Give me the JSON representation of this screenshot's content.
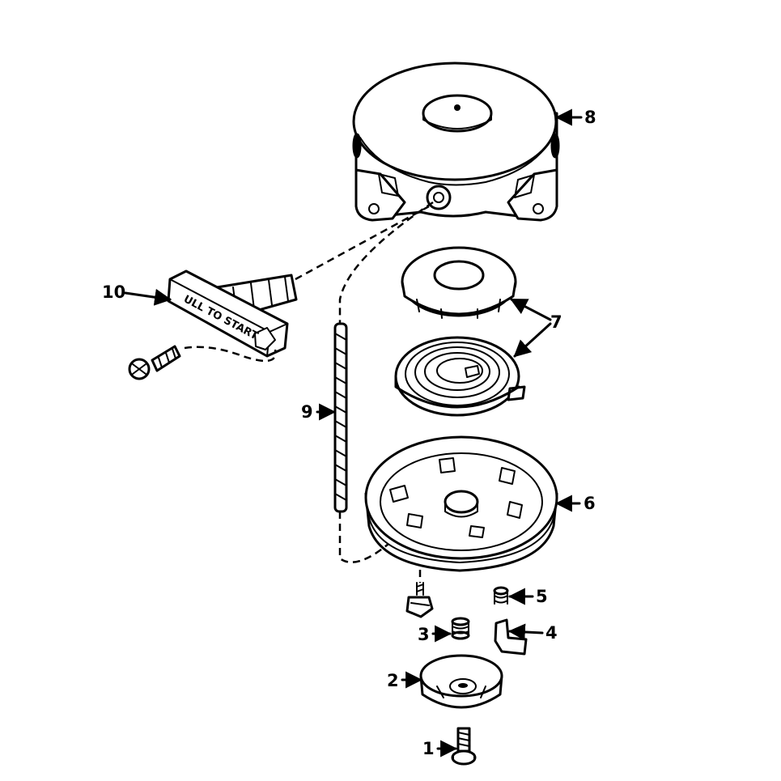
{
  "callouts": [
    {
      "id": "label-1",
      "text": "1"
    },
    {
      "id": "label-2",
      "text": "2"
    },
    {
      "id": "label-3",
      "text": "3"
    },
    {
      "id": "label-4",
      "text": "4"
    },
    {
      "id": "label-5",
      "text": "5"
    },
    {
      "id": "label-6",
      "text": "6"
    },
    {
      "id": "label-7",
      "text": "7"
    },
    {
      "id": "label-8",
      "text": "8"
    },
    {
      "id": "label-9",
      "text": "9"
    },
    {
      "id": "label-10",
      "text": "10"
    }
  ],
  "handle_text": "ULL TO START",
  "colors": {
    "ink": "#000000",
    "paper": "#ffffff"
  }
}
